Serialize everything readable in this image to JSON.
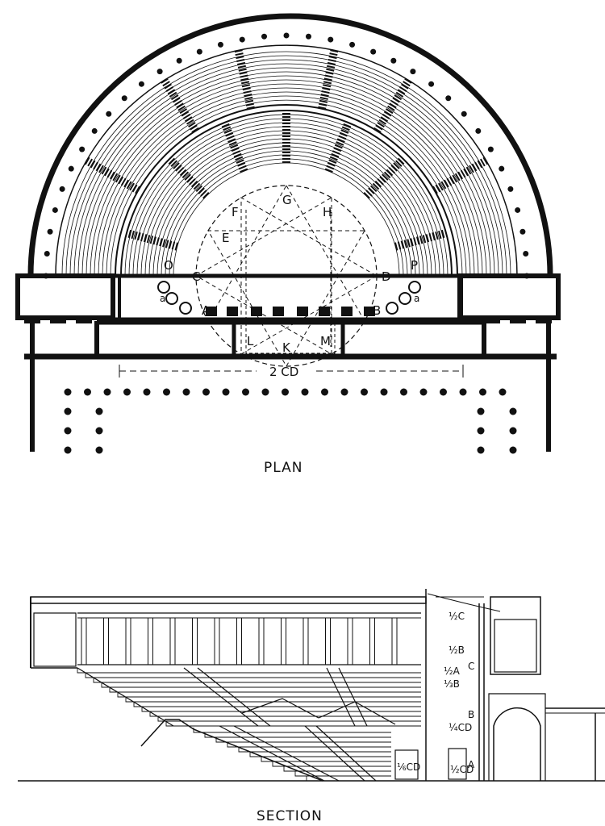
{
  "plan": {
    "caption": "PLAN",
    "points": {
      "G": "G",
      "F": "F",
      "H": "H",
      "E": "E",
      "C": "C",
      "D": "D",
      "O": "O",
      "P": "P",
      "A": "A",
      "B": "B",
      "K": "K",
      "L": "L",
      "M": "M",
      "a_left": "a",
      "a_right": "a"
    },
    "dimension": "2 CD"
  },
  "section": {
    "caption": "SECTION",
    "labels": {
      "half_c": "½C",
      "c": "C",
      "half_b": "½B",
      "half_a": "½A",
      "third_b": "⅓B",
      "half_cd": "¼CD",
      "b": "B",
      "a": "A",
      "half_cd_small": "½CD",
      "sixth_cd": "⅙CD"
    }
  },
  "colors": {
    "ink": "#111111",
    "paper": "#ffffff"
  }
}
